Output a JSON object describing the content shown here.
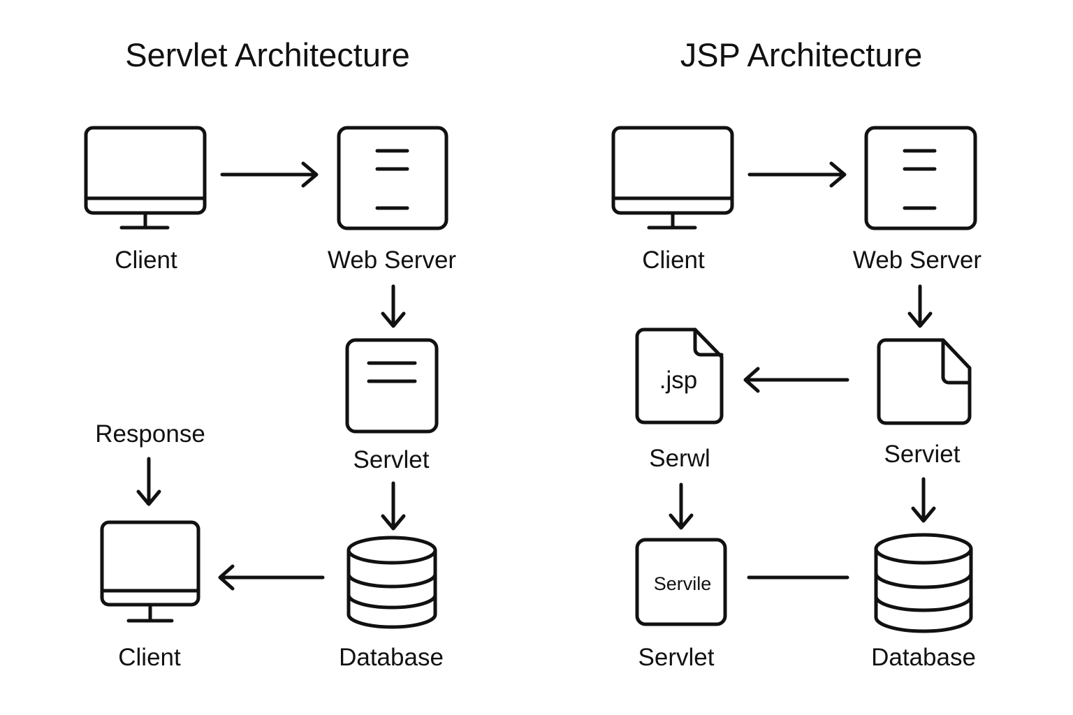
{
  "titles": {
    "left": "Servlet Architecture",
    "right": "JSP Architecture"
  },
  "servlet_arch": {
    "client_top": "Client",
    "web_server": "Web Server",
    "servlet": "Servlet",
    "response": "Response",
    "client_bottom": "Client",
    "database": "Database"
  },
  "jsp_arch": {
    "client": "Client",
    "web_server": "Web Server",
    "jsp_file_text": ".jsp",
    "jsp_label": "Serwl",
    "servlet_file_label": "Serviet",
    "servlet_box_text": "Servile",
    "servlet_bottom": "Servlet",
    "database": "Database"
  },
  "icons": [
    "monitor-icon",
    "server-icon",
    "document-icon",
    "database-icon",
    "arrow-icon"
  ]
}
